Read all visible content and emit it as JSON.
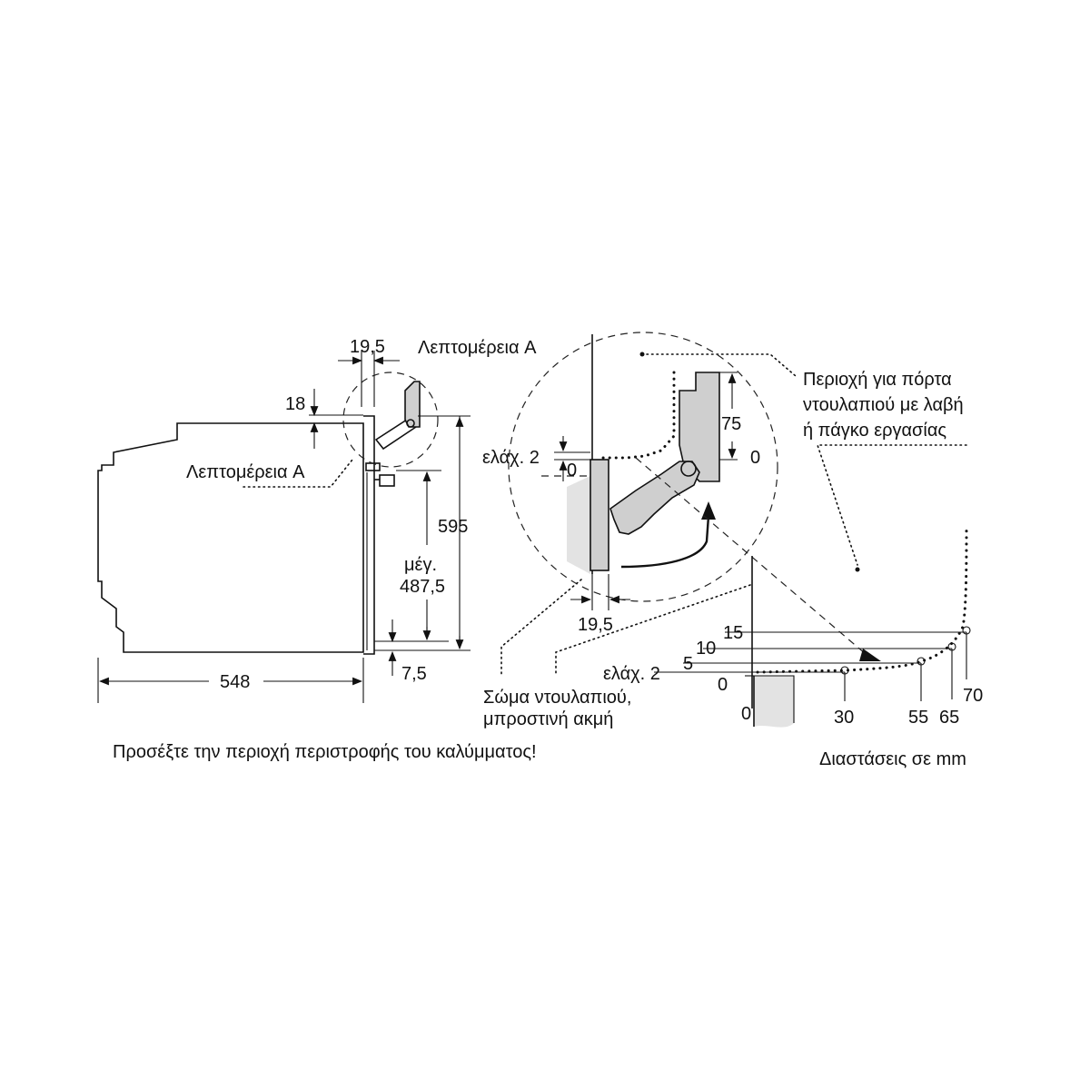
{
  "labels": {
    "detail_a_top": "Λεπτομέρεια A",
    "detail_a_side": "Λεπτομέρεια A",
    "cabinet_door_area_line1": "Περιοχή για πόρτα",
    "cabinet_door_area_line2": "ντουλαπιού με λαβή",
    "cabinet_door_area_line3": "ή πάγκο εργασίας",
    "cabinet_body_line1": "Σώμα ντουλαπιού,",
    "cabinet_body_line2": "μπροστινή ακμή",
    "warning": "Προσέξτε την περιοχή περιστροφής του καλύμματος!",
    "units": "Διαστάσεις σε mm"
  },
  "dimensions": {
    "top_gap": "19,5",
    "top_height": "18",
    "total_height": "595",
    "max_label": "μέγ.",
    "max_height": "487,5",
    "bottom_gap": "7,5",
    "depth": "548",
    "detail_min": "ελάχ. 2",
    "detail_zero": "0",
    "detail_75": "75",
    "detail_0": "0",
    "detail_gap": "19,5"
  },
  "graph": {
    "y_labels": [
      "15",
      "10",
      "5",
      "0"
    ],
    "y_min_label": "ελάχ. 2",
    "x_labels": [
      "0",
      "30",
      "55",
      "65",
      "70"
    ]
  }
}
